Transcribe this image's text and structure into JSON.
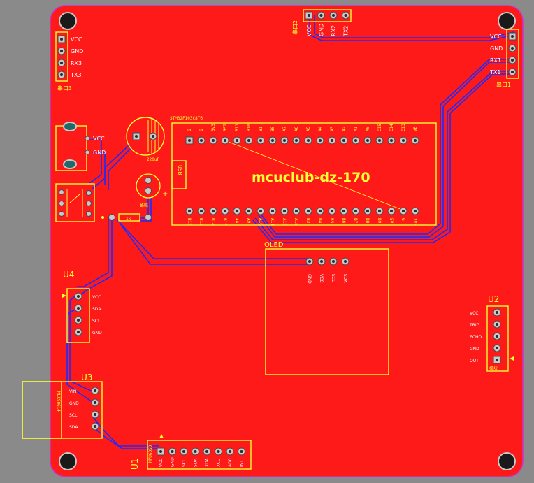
{
  "board": {
    "title_text": "mcuclub-dz-170",
    "colors": {
      "board": "#ff1a1a",
      "silk": "#ffff33",
      "trace": "#1a2bff",
      "background": "#8a8a8a",
      "edge": "#cc33cc"
    }
  },
  "labels": {
    "top_header_pins": [
      "VCC",
      "GND",
      "RX2",
      "TX2"
    ],
    "top_header_name": "串口2",
    "left_header_pins": [
      "VCC",
      "GND",
      "RX3",
      "TX3"
    ],
    "left_header_name": "串口3",
    "right_header_pins": [
      "VCC",
      "GND",
      "RX1",
      "TX1"
    ],
    "right_header_name": "串口1",
    "power_pins": [
      "VCC",
      "GND"
    ],
    "cap_value": "220uF",
    "buzzer_label": "蜂鸣",
    "resistor_value": "1k",
    "mcu_header_label": "STM32F103C8T6",
    "usb_label": "USB",
    "oled_label": "OLED",
    "oled_pins": [
      "GND",
      "VCC",
      "SCL",
      "SDA"
    ],
    "u4_label": "U4",
    "u4_pins": [
      "VCC",
      "SDA",
      "SCL",
      "GND"
    ],
    "u3_label": "U3",
    "u3_side_text": "MLX90614",
    "u3_pins": [
      "VIN",
      "GND",
      "SCL",
      "SDA"
    ],
    "u2_label": "U2",
    "u2_pins": [
      "VCC",
      "TRIG",
      "ECHO",
      "GND",
      "OUT"
    ],
    "u2_bottom_text": "模块",
    "u1_label": "U1",
    "u1_pins": [
      "VCC",
      "GND",
      "SCL",
      "SDA",
      "XDA",
      "XCL",
      "AD0",
      "INT"
    ],
    "u1_side_text": "MPU6050",
    "mcu_top_pins": [
      "G",
      "G",
      "3V3",
      "RST",
      "B11",
      "B10",
      "B1",
      "B0",
      "A7",
      "A6",
      "A5",
      "A4",
      "A3",
      "A2",
      "A1",
      "A0",
      "C15",
      "C14",
      "C13",
      "VB"
    ],
    "mcu_bottom_pins": [
      "B12",
      "B13",
      "B14",
      "B15",
      "A8",
      "A9",
      "A10",
      "A11",
      "A12",
      "A15",
      "B3",
      "B4",
      "B5",
      "B6",
      "B7",
      "B8",
      "B9",
      "5V",
      "G",
      "3V3"
    ]
  }
}
